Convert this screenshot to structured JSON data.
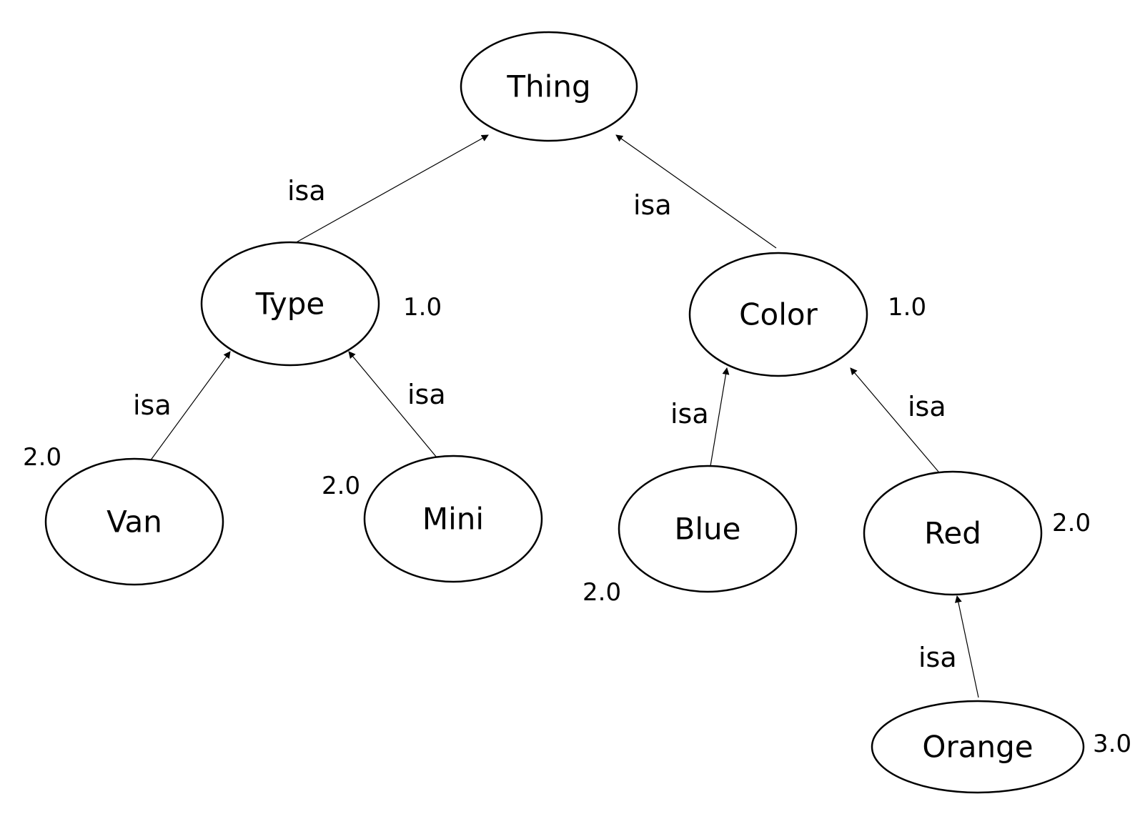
{
  "nodes": {
    "thing": {
      "label": "Thing"
    },
    "type": {
      "label": "Type",
      "weight": "1.0"
    },
    "color": {
      "label": "Color",
      "weight": "1.0"
    },
    "van": {
      "label": "Van",
      "weight": "2.0"
    },
    "mini": {
      "label": "Mini",
      "weight": "2.0"
    },
    "blue": {
      "label": "Blue",
      "weight": "2.0"
    },
    "red": {
      "label": "Red",
      "weight": "2.0"
    },
    "orange": {
      "label": "Orange",
      "weight": "3.0"
    }
  },
  "edges": [
    {
      "from": "type",
      "to": "thing",
      "label": "isa"
    },
    {
      "from": "color",
      "to": "thing",
      "label": "isa"
    },
    {
      "from": "van",
      "to": "type",
      "label": "isa"
    },
    {
      "from": "mini",
      "to": "type",
      "label": "isa"
    },
    {
      "from": "blue",
      "to": "color",
      "label": "isa"
    },
    {
      "from": "red",
      "to": "color",
      "label": "isa"
    },
    {
      "from": "orange",
      "to": "red",
      "label": "isa"
    }
  ]
}
